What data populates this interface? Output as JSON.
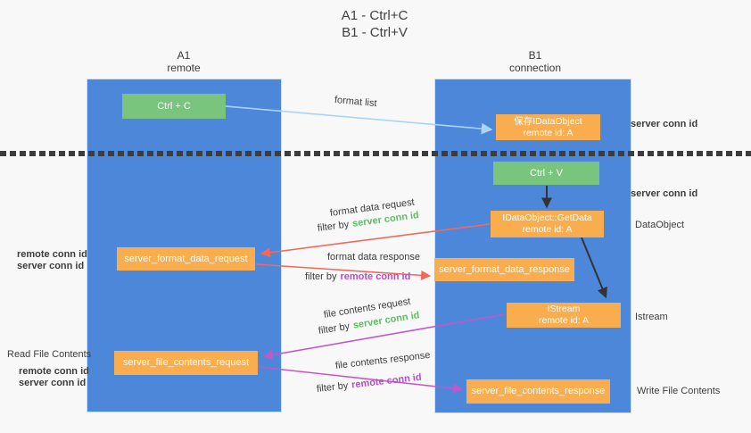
{
  "colors": {
    "lane_blue": "#4d87d9",
    "node_green": "#79c57d",
    "node_orange": "#f9ad4e",
    "label_green": "#5cbf63",
    "label_purple": "#b44fc8",
    "arrow_light_blue": "#aad4f5",
    "arrow_red": "#f0695c",
    "arrow_magenta": "#c158c9",
    "arrow_black": "#333333",
    "background": "#f8f8f8"
  },
  "title": {
    "line1": "A1 - Ctrl+C",
    "line2": "B1 - Ctrl+V"
  },
  "lanes": {
    "left": {
      "name": "A1",
      "role": "remote"
    },
    "right": {
      "name": "B1",
      "role": "connection"
    }
  },
  "nodes": {
    "ctrl_c": {
      "label": "Ctrl + C"
    },
    "ctrl_v": {
      "label": "Ctrl + V"
    },
    "save_idataobject": {
      "line1": "保存IDataObject",
      "line2": "remote id: A"
    },
    "getdata": {
      "line1": "IDataObject::GetData",
      "line2": "remote id: A"
    },
    "istream": {
      "line1": "IStream",
      "line2": "remote id: A"
    },
    "server_format_data_request": {
      "label": "server_format_data_request"
    },
    "server_format_data_response": {
      "label": "server_format_data_response"
    },
    "server_file_contents_request": {
      "label": "server_file_contents_request"
    },
    "server_file_contents_response": {
      "label": "server_file_contents_response"
    }
  },
  "arrow_labels": {
    "format_list": "format list",
    "format_data_request": "format data request",
    "format_data_response": "format data response",
    "file_contents_request": "file contents request",
    "file_contents_response": "file contents response",
    "filter_by": "filter by",
    "server_conn_id": "server conn id",
    "remote_conn_id": "remote conn id"
  },
  "side_labels": {
    "server_conn_id_top": "server conn id",
    "server_conn_id_mid": "server conn id",
    "dataobject": "DataObject",
    "istream": "Istream",
    "write_file_contents": "Write File Contents",
    "read_file_contents": "Read File Contents",
    "remote_conn_id": "remote conn id",
    "server_conn_id": "server conn id"
  }
}
